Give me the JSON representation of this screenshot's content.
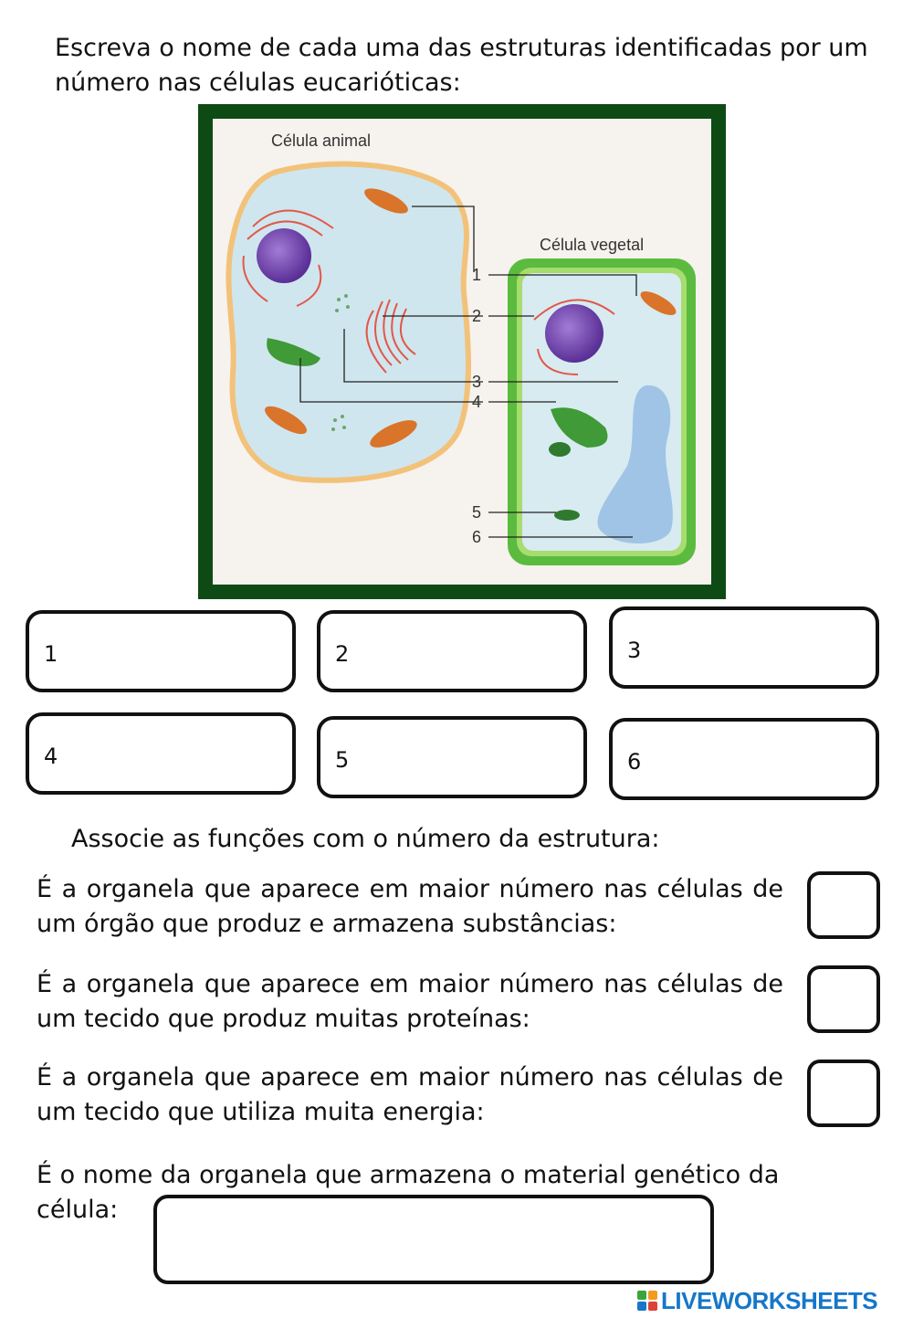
{
  "instruction": "Escreva o nome de cada uma das estruturas identificadas por um número nas células eucarióticas:",
  "figure": {
    "animal_label": "Célula animal",
    "plant_label": "Célula vegetal",
    "callouts": [
      "1",
      "2",
      "3",
      "4",
      "5",
      "6"
    ]
  },
  "answer_boxes": [
    {
      "number": "1",
      "value": ""
    },
    {
      "number": "2",
      "value": ""
    },
    {
      "number": "3",
      "value": ""
    },
    {
      "number": "4",
      "value": ""
    },
    {
      "number": "5",
      "value": ""
    },
    {
      "number": "6",
      "value": ""
    }
  ],
  "association": {
    "title": "Associe as funções com o número da estrutura:",
    "questions": [
      {
        "text": "É a organela que aparece em maior número nas células de um órgão que produz e armazena substâncias:",
        "answer": ""
      },
      {
        "text": "É a organela que aparece em maior número nas células de um tecido que produz muitas proteínas:",
        "answer": ""
      },
      {
        "text": "É a organela que aparece em maior número nas células de um tecido que utiliza muita energia:",
        "answer": ""
      }
    ],
    "final_question": {
      "text": "É o nome da organela que armazena o material genético da",
      "continuation": "célula:",
      "answer": ""
    }
  },
  "brand": {
    "name": "LIVEWORKSHEETS",
    "icon": "liveworksheets-logo-icon",
    "colors": {
      "blue": "#1677c9",
      "green": "#3aa53a",
      "orange": "#f29b1d",
      "red": "#e0403a"
    }
  },
  "colors": {
    "frame": "#0e4a14",
    "cytoplasm": "#cfe6ee",
    "membrane": "#f2c27a",
    "nucleus": "#7b48b8",
    "mitochondria": "#d9742a",
    "chloroplast": "#3f9a37",
    "cell_wall": "#5bbb3f",
    "vacuole": "#9fc4e6"
  }
}
